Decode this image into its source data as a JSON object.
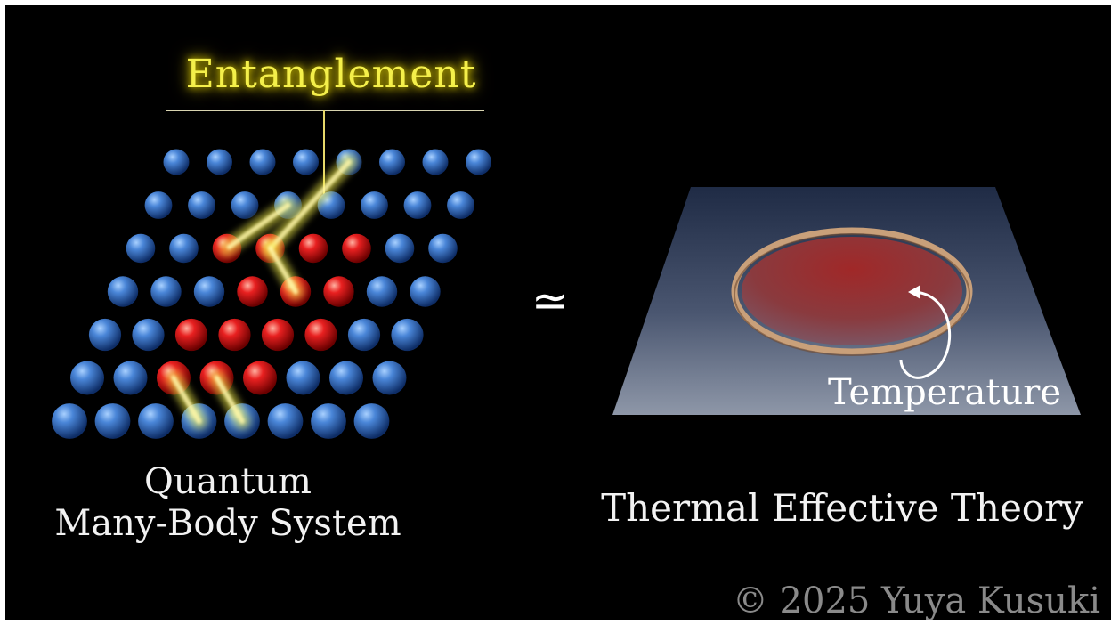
{
  "left_panel": {
    "annotation": "Entanglement",
    "caption_line1": "Quantum",
    "caption_line2": "Many-Body System"
  },
  "relation_symbol": "≃",
  "right_panel": {
    "caption": "Thermal Effective Theory",
    "disc_label": "Temperature"
  },
  "credit": "© 2025 Yuya Kusuki",
  "colors": {
    "background": "#000000",
    "blue_sphere": "#3a72c8",
    "red_sphere": "#e01818",
    "entanglement_glow": "#f4ef4a",
    "disc_fill": "#9a2a2a",
    "disc_rim": "#c9a07a"
  },
  "lattice": {
    "rows": 7,
    "columns": 8,
    "red_sites": [
      [
        2,
        2
      ],
      [
        2,
        3
      ],
      [
        2,
        4
      ],
      [
        2,
        5
      ],
      [
        3,
        3
      ],
      [
        3,
        4
      ],
      [
        3,
        5
      ],
      [
        4,
        2
      ],
      [
        4,
        3
      ],
      [
        4,
        4
      ],
      [
        4,
        5
      ],
      [
        5,
        2
      ],
      [
        5,
        3
      ],
      [
        5,
        4
      ]
    ]
  }
}
